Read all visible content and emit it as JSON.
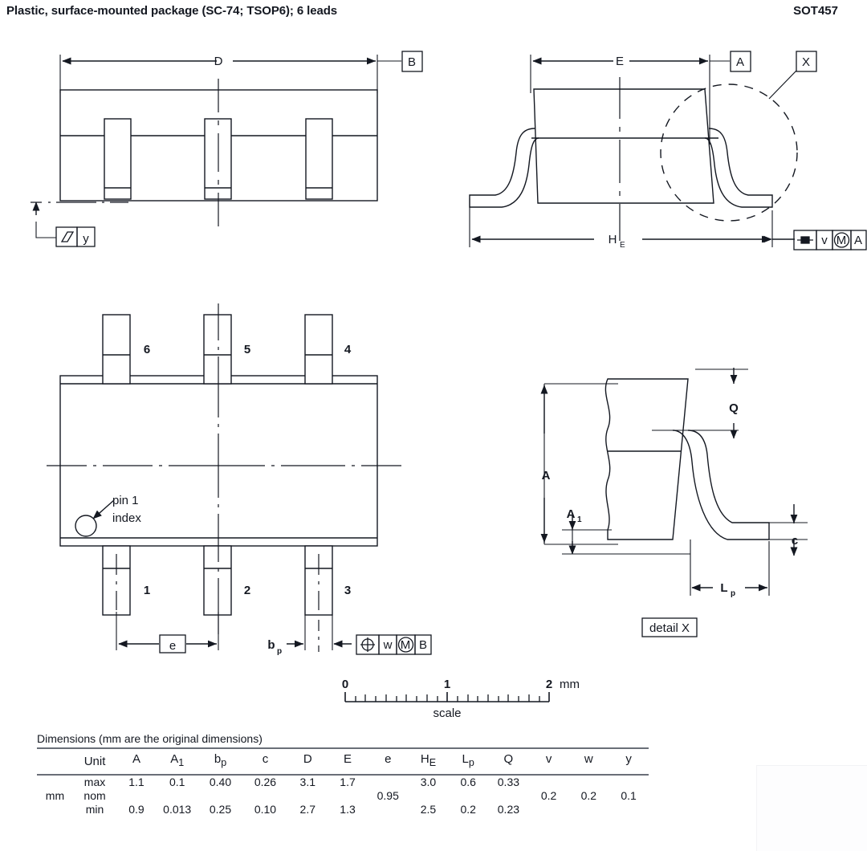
{
  "header": {
    "title": "Plastic, surface-mounted package (SC-74; TSOP6); 6 leads",
    "package_code": "SOT457"
  },
  "views": {
    "top_view": {
      "dimension_d": "D",
      "datum_b": "B",
      "parallelism_datum": "y"
    },
    "side_view": {
      "dimension_e": "E",
      "dimension_he": "H",
      "dimension_he_sub": "E",
      "datum_a": "A",
      "detail_callout": "X",
      "tolerance_v": "v",
      "tolerance_mod": "M",
      "tolerance_datum": "A"
    },
    "plan_view": {
      "pin_labels": [
        "1",
        "2",
        "3",
        "4",
        "5",
        "6"
      ],
      "pin1_index_line1": "pin 1",
      "pin1_index_line2": "index",
      "dimension_e_pitch": "e",
      "dimension_bp": "b",
      "dimension_bp_sub": "p",
      "tolerance_w": "w",
      "tolerance_mod": "M",
      "tolerance_datum": "B"
    },
    "detail_x": {
      "caption": "detail X",
      "dimension_a": "A",
      "dimension_a1": "A",
      "dimension_a1_sub": "1",
      "dimension_q": "Q",
      "dimension_c": "c",
      "dimension_lp": "L",
      "dimension_lp_sub": "p"
    },
    "scale_bar": {
      "ticks": [
        "0",
        "1",
        "2"
      ],
      "unit": "mm",
      "caption": "scale"
    }
  },
  "dimensions_table": {
    "caption": "Dimensions (mm are the original dimensions)",
    "unit_header": "Unit",
    "unit_value": "mm",
    "columns": [
      {
        "label": "A",
        "sub": ""
      },
      {
        "label": "A",
        "sub": "1"
      },
      {
        "label": "b",
        "sub": "p"
      },
      {
        "label": "c",
        "sub": ""
      },
      {
        "label": "D",
        "sub": ""
      },
      {
        "label": "E",
        "sub": ""
      },
      {
        "label": "e",
        "sub": ""
      },
      {
        "label": "H",
        "sub": "E"
      },
      {
        "label": "L",
        "sub": "p"
      },
      {
        "label": "Q",
        "sub": ""
      },
      {
        "label": "v",
        "sub": ""
      },
      {
        "label": "w",
        "sub": ""
      },
      {
        "label": "y",
        "sub": ""
      }
    ],
    "rows": [
      {
        "name": "max",
        "values": [
          "1.1",
          "0.1",
          "0.40",
          "0.26",
          "3.1",
          "1.7",
          "",
          "3.0",
          "0.6",
          "0.33",
          "",
          "",
          ""
        ]
      },
      {
        "name": "nom",
        "values": [
          "",
          "",
          "",
          "",
          "",
          "",
          "0.95",
          "",
          "",
          "",
          "0.2",
          "0.2",
          "0.1"
        ]
      },
      {
        "name": "min",
        "values": [
          "0.9",
          "0.013",
          "0.25",
          "0.10",
          "2.7",
          "1.3",
          "",
          "2.5",
          "0.2",
          "0.23",
          "",
          "",
          ""
        ]
      }
    ]
  },
  "colors": {
    "line": "#141821",
    "rule": "#6a6f78",
    "background": "#ffffff"
  }
}
